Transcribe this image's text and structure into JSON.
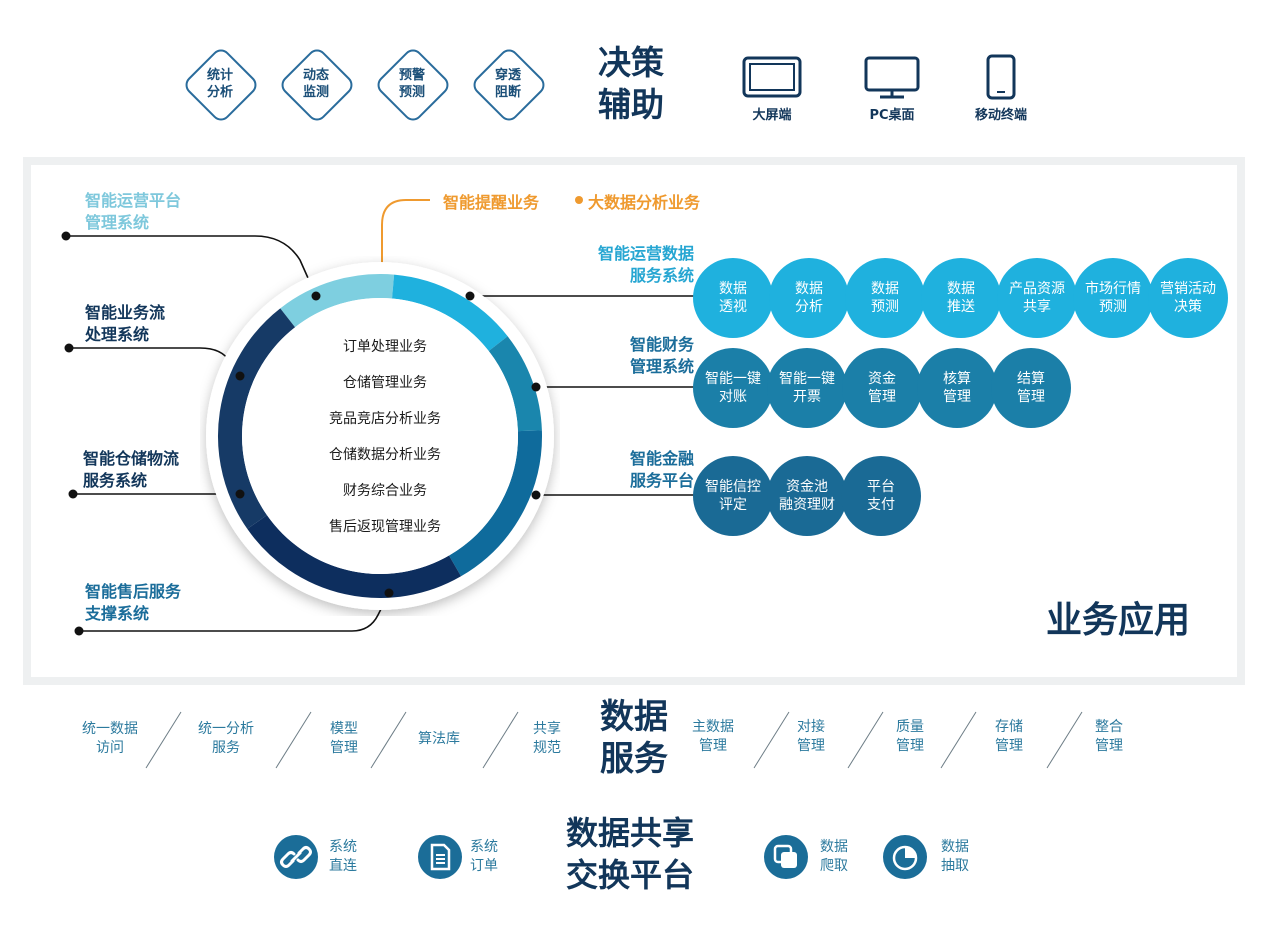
{
  "decision": {
    "title_line1": "决策",
    "title_line2": "辅助",
    "diamonds": [
      {
        "l1": "统计",
        "l2": "分析"
      },
      {
        "l1": "动态",
        "l2": "监测"
      },
      {
        "l1": "预警",
        "l2": "预测"
      },
      {
        "l1": "穿透",
        "l2": "阻断"
      }
    ],
    "devices": [
      {
        "label": "大屏端",
        "icon": "large-screen-icon"
      },
      {
        "label": "PC桌面",
        "icon": "monitor-icon"
      },
      {
        "label": "移动终端",
        "icon": "mobile-phone-icon"
      }
    ]
  },
  "business": {
    "title": "业务应用",
    "left_systems": [
      {
        "l1": "智能运营平台",
        "l2": "管理系统"
      },
      {
        "l1": "智能业务流",
        "l2": "处理系统"
      },
      {
        "l1": "智能仓储物流",
        "l2": "服务系统"
      },
      {
        "l1": "智能售后服务",
        "l2": "支撑系统"
      }
    ],
    "orange_labels": [
      "智能提醒业务",
      "大数据分析业务"
    ],
    "inner_items": [
      "订单处理业务",
      "仓储管理业务",
      "竞品竞店分析业务",
      "仓储数据分析业务",
      "财务综合业务",
      "售后返现管理业务"
    ],
    "right_groups": [
      {
        "l1": "智能运营数据",
        "l2": "服务系统",
        "items": [
          {
            "l1": "数据",
            "l2": "透视"
          },
          {
            "l1": "数据",
            "l2": "分析"
          },
          {
            "l1": "数据",
            "l2": "预测"
          },
          {
            "l1": "数据",
            "l2": "推送"
          },
          {
            "l1": "产品资源",
            "l2": "共享"
          },
          {
            "l1": "市场行情",
            "l2": "预测"
          },
          {
            "l1": "营销活动",
            "l2": "决策"
          }
        ]
      },
      {
        "l1": "智能财务",
        "l2": "管理系统",
        "items": [
          {
            "l1": "智能一键",
            "l2": "对账"
          },
          {
            "l1": "智能一键",
            "l2": "开票"
          },
          {
            "l1": "资金",
            "l2": "管理"
          },
          {
            "l1": "核算",
            "l2": "管理"
          },
          {
            "l1": "结算",
            "l2": "管理"
          }
        ]
      },
      {
        "l1": "智能金融",
        "l2": "服务平台",
        "items": [
          {
            "l1": "智能信控",
            "l2": "评定"
          },
          {
            "l1": "资金池",
            "l2": "融资理财"
          },
          {
            "l1": "平台",
            "l2": "支付"
          }
        ]
      }
    ],
    "colors": {
      "ring_light": "#7ecfe0",
      "ring_cyan": "#1fb1de",
      "ring_teal": "#1a86ad",
      "ring_blue": "#0f6b9c",
      "ring_navy": "#163a66",
      "ring_deep": "#0d2e5e",
      "orange": "#ef9a2f"
    }
  },
  "data_service": {
    "title_line1": "数据",
    "title_line2": "服务",
    "left_items": [
      {
        "l1": "统一数据",
        "l2": "访问"
      },
      {
        "l1": "统一分析",
        "l2": "服务"
      },
      {
        "l1": "模型",
        "l2": "管理"
      },
      {
        "l1": "算法库",
        "l2": ""
      },
      {
        "l1": "共享",
        "l2": "规范"
      }
    ],
    "right_items": [
      {
        "l1": "主数据",
        "l2": "管理"
      },
      {
        "l1": "对接",
        "l2": "管理"
      },
      {
        "l1": "质量",
        "l2": "管理"
      },
      {
        "l1": "存储",
        "l2": "管理"
      },
      {
        "l1": "整合",
        "l2": "管理"
      }
    ]
  },
  "exchange": {
    "title_line1": "数据共享",
    "title_line2": "交换平台",
    "items": [
      {
        "l1": "系统",
        "l2": "直连",
        "icon": "link-icon"
      },
      {
        "l1": "系统",
        "l2": "订单",
        "icon": "document-icon"
      },
      {
        "l1": "数据",
        "l2": "爬取",
        "icon": "layers-icon"
      },
      {
        "l1": "数据",
        "l2": "抽取",
        "icon": "pie-chart-icon"
      }
    ]
  }
}
